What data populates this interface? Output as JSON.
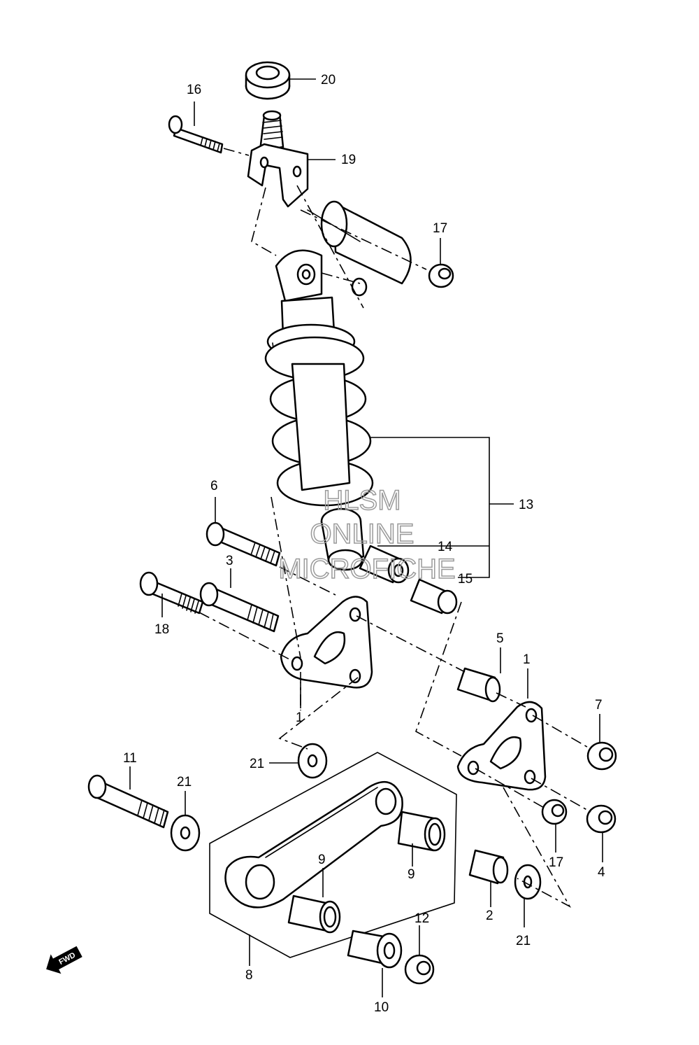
{
  "labels": {
    "p1a": "1",
    "p1b": "1",
    "p2": "2",
    "p3": "3",
    "p4": "4",
    "p5": "5",
    "p6": "6",
    "p7": "7",
    "p8": "8",
    "p9a": "9",
    "p9b": "9",
    "p10": "10",
    "p11": "11",
    "p12": "12",
    "p13": "13",
    "p14": "14",
    "p15": "15",
    "p16": "16",
    "p17a": "17",
    "p17b": "17",
    "p18": "18",
    "p19": "19",
    "p20": "20",
    "p21a": "21",
    "p21b": "21",
    "p21c": "21"
  },
  "watermark": {
    "line1": "HLSM",
    "line2": "ONLINE",
    "line3": "MICROFICHE"
  },
  "direction_marker": "FWD"
}
